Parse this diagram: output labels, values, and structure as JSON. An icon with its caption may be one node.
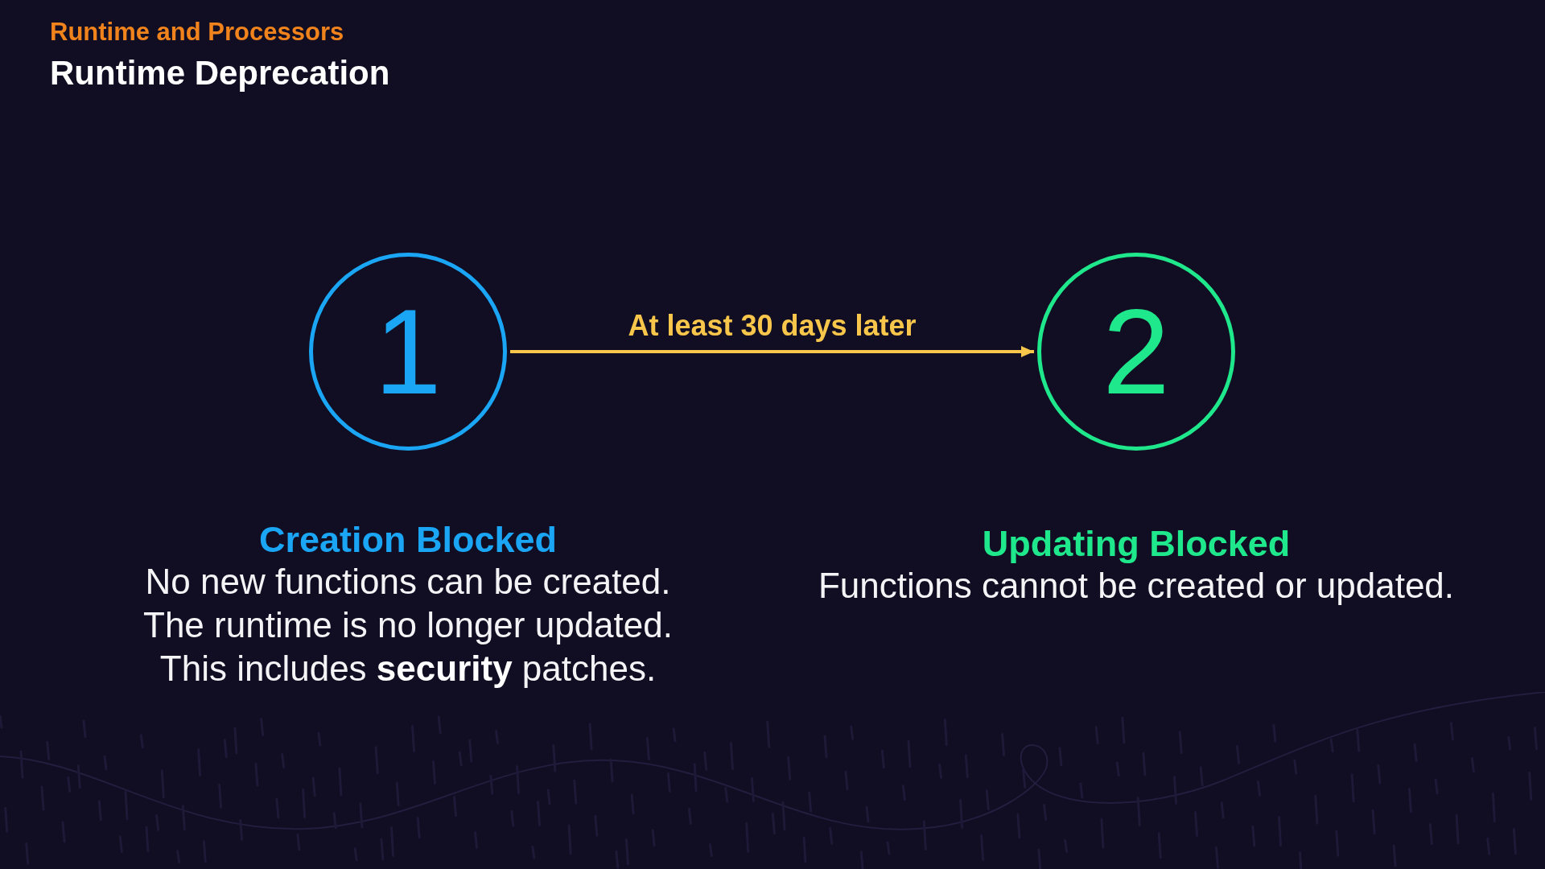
{
  "diagram": {
    "title": "Runtime Deprecation",
    "nodes": [
      {
        "text": [
          "1"
        ],
        "beside": [
          "Creation Blocked",
          "No new functions can be created.",
          "The runtime is no longer updated.",
          "This includes **security** patches."
        ]
      },
      {
        "text": [
          "2"
        ],
        "beside": [
          "Updating Blocked",
          "Functions cannot be created or updated."
        ]
      }
    ],
    "edges": [
      {
        "from": 0,
        "to": 1,
        "arrow": "to",
        "label": "At least 30 days later"
      }
    ],
    "labels": [
      "Runtime and Processors"
    ]
  }
}
